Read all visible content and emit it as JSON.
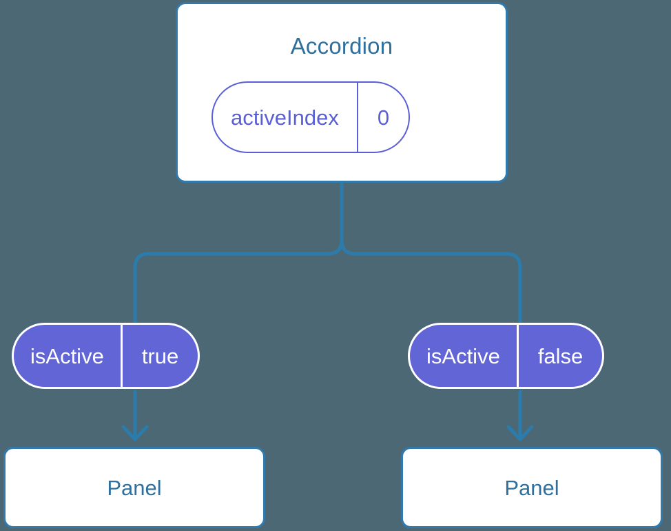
{
  "diagram": {
    "type": "component-state-tree",
    "background_color": "#4c6874",
    "accent_blue": "#3279ac",
    "text_blue": "#2e6f9e",
    "accent_purple": "#6165d6",
    "node_fill": "#ffffff"
  },
  "root": {
    "title": "Accordion",
    "state": {
      "key": "activeIndex",
      "value": "0"
    }
  },
  "branches": [
    {
      "side": "left",
      "prop": {
        "key": "isActive",
        "value": "true"
      },
      "child": {
        "title": "Panel"
      }
    },
    {
      "side": "right",
      "prop": {
        "key": "isActive",
        "value": "false"
      },
      "child": {
        "title": "Panel"
      }
    }
  ]
}
